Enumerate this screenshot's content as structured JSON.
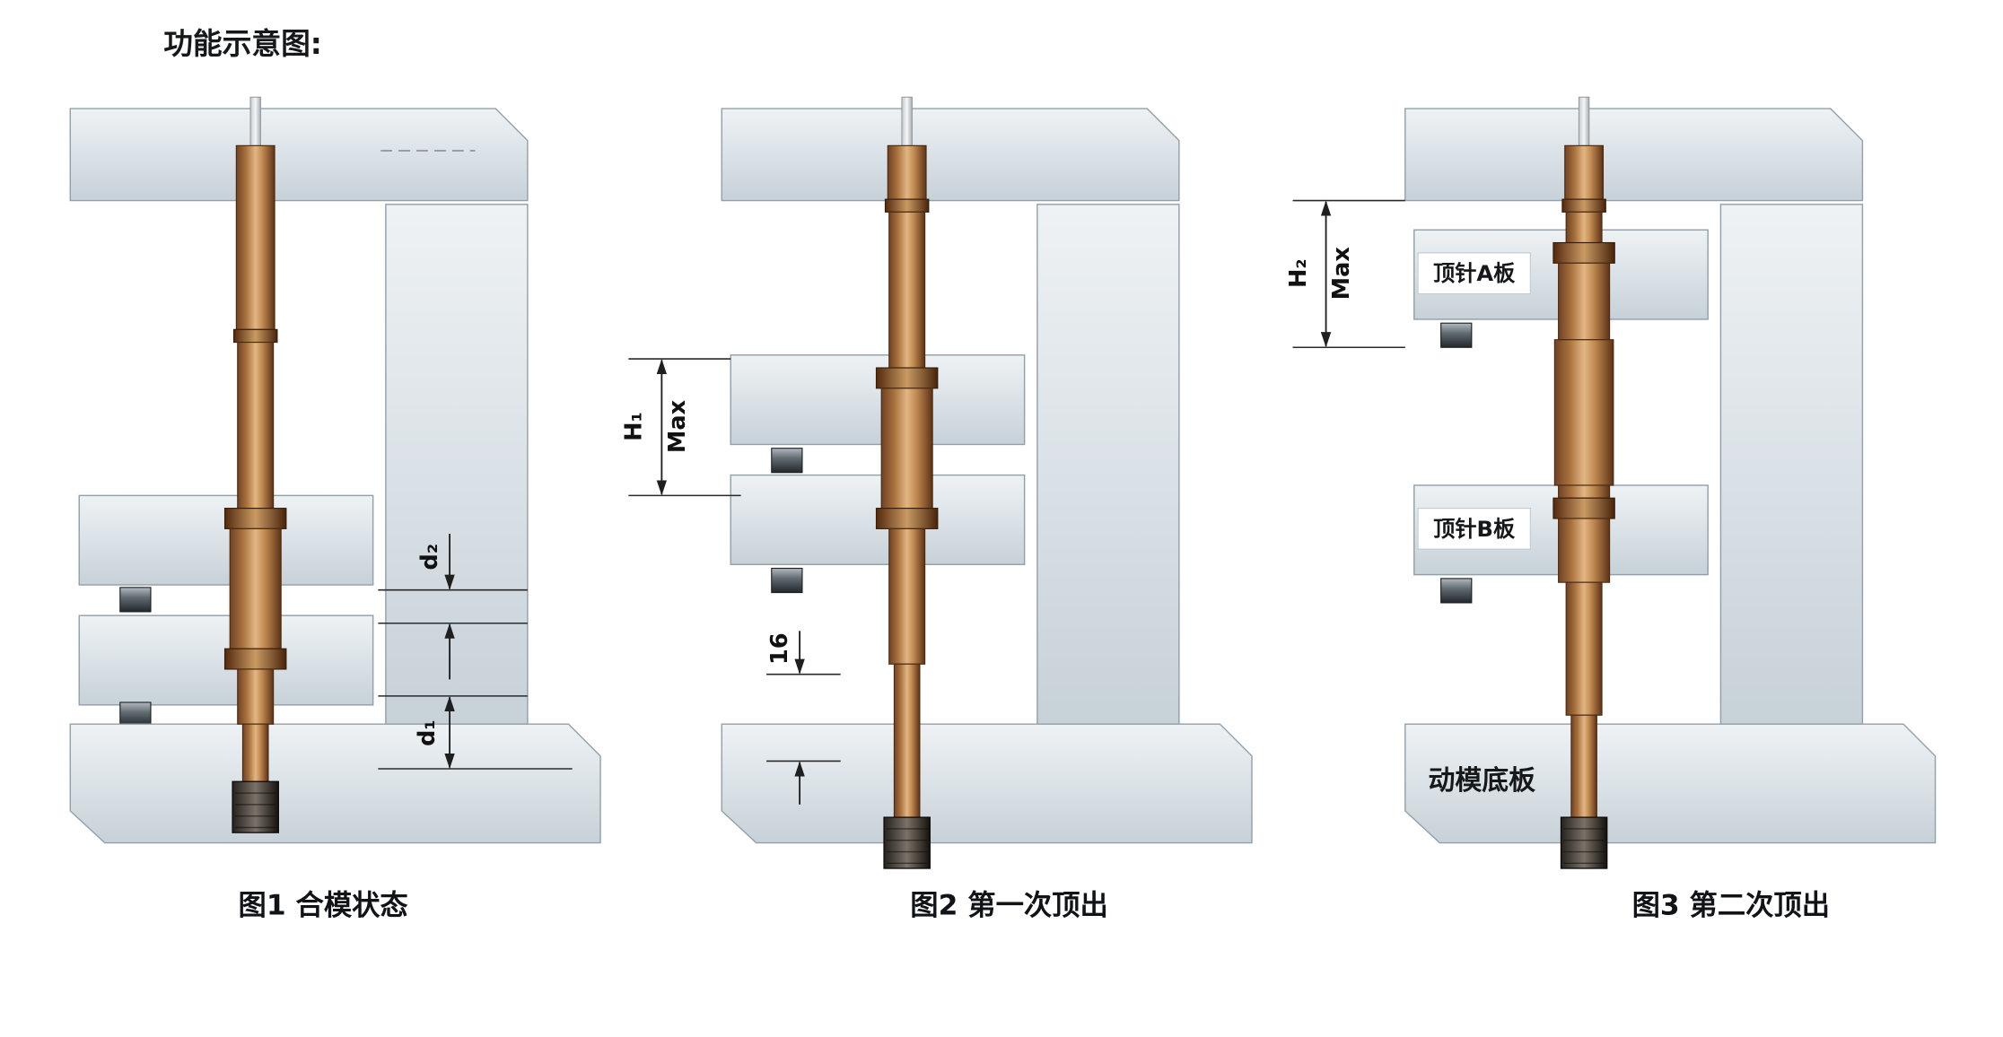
{
  "page": {
    "title": "功能示意图:"
  },
  "figures": {
    "fig1": {
      "caption": "图1 合模状态",
      "dims": {
        "d2": "d₂",
        "d1": "d₁"
      }
    },
    "fig2": {
      "caption": "图2 第一次顶出",
      "dims": {
        "h1": "H₁",
        "h1_max": "Max",
        "gap": "16"
      }
    },
    "fig3": {
      "caption": "图3 第二次顶出",
      "dims": {
        "h2": "H₂",
        "h2_max": "Max"
      },
      "labels": {
        "plate_a": "顶针A板",
        "plate_b": "顶针B板",
        "bottom_plate": "动模底板"
      }
    }
  },
  "colors": {
    "plate": "#d9e0e5",
    "pin_bronze": "#c28a52",
    "pin_flange": "#6b3d1e",
    "dimension": "#1f1f1f",
    "background": "#ffffff"
  }
}
